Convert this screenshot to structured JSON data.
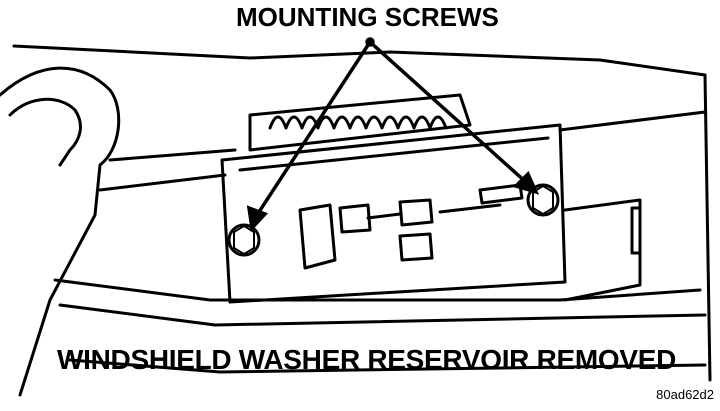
{
  "labels": {
    "top_callout": "MOUNTING SCREWS",
    "bottom_caption": "WINDSHIELD WASHER RESERVOIR REMOVED",
    "figure_code": "80ad62d2"
  },
  "colors": {
    "ink": "#000000",
    "paper": "#ffffff"
  }
}
